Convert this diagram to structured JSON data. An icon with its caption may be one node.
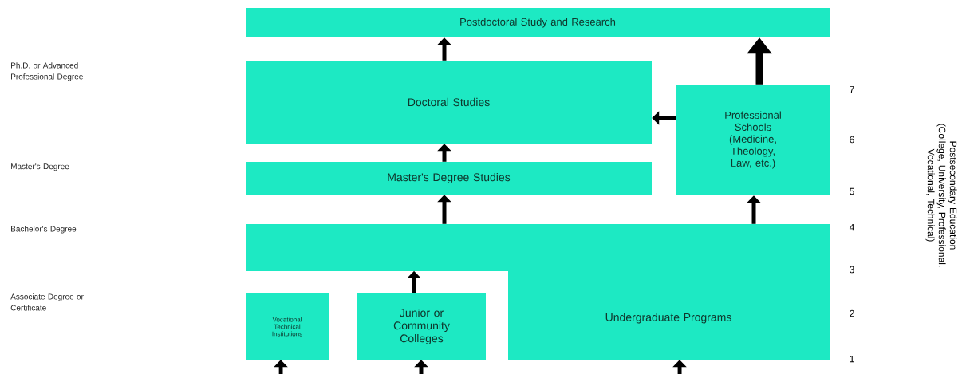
{
  "diagram": {
    "nodes": [
      {
        "text": [
          "Postdoctoral Study and Research"
        ]
      },
      {
        "text": [
          "Doctoral Studies"
        ]
      },
      {
        "text": [
          "Professional Schools (Medicine, Theology, Law, etc.)"
        ]
      },
      {
        "text": [
          "Master's Degree Studies"
        ]
      },
      {
        "text": [
          "Undergraduate Programs"
        ]
      },
      {
        "text": [
          "Vocational Technical Institutions"
        ]
      },
      {
        "text": [
          "Junior or Community Colleges"
        ]
      }
    ],
    "edges": [
      {
        "from": 1,
        "to": 0,
        "arrow": "to"
      },
      {
        "from": 2,
        "to": 0,
        "arrow": "to",
        "style": "thick"
      },
      {
        "from": 2,
        "to": 1,
        "arrow": "to"
      },
      {
        "from": 3,
        "to": 1,
        "arrow": "to"
      },
      {
        "from": 4,
        "to": 3,
        "arrow": "to"
      },
      {
        "from": 4,
        "to": 2,
        "arrow": "to"
      },
      {
        "from": 6,
        "to": 4,
        "arrow": "to"
      },
      {
        "from": null,
        "to": 5,
        "arrow": "to"
      },
      {
        "from": null,
        "to": 6,
        "arrow": "to"
      },
      {
        "from": null,
        "to": 4,
        "arrow": "to"
      }
    ],
    "labels": [
      "Ph.D. or Advanced Professional Degree",
      "Master's Degree",
      "Bachelor's Degree",
      "Associate Degree or Certificate",
      "7",
      "6",
      "5",
      "4",
      "3",
      "2",
      "1",
      "Postsecondary Education (College, University, Professional, Vocational, Technical)"
    ]
  }
}
